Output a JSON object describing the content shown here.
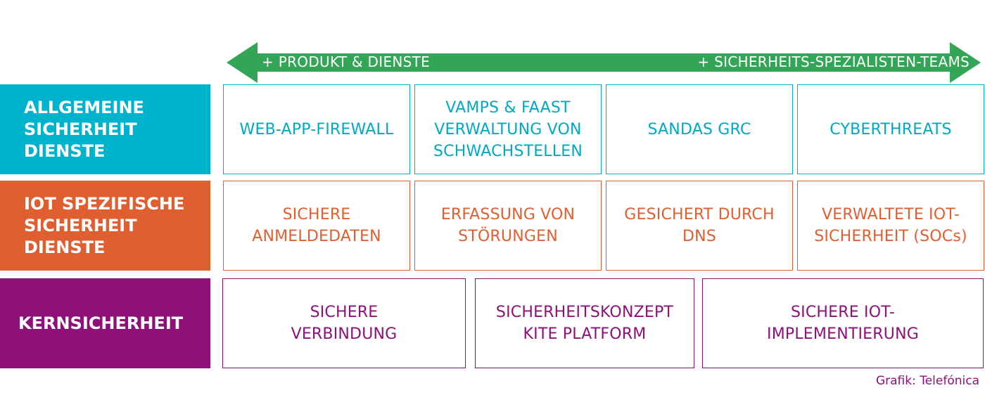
{
  "arrow": {
    "left_label": "+ PRODUKT & DIENSTE",
    "right_label": "+ SICHERHEITS-SPEZIALISTEN-TEAMS",
    "color": "#33a556"
  },
  "rows": [
    {
      "label": "ALLGEMEINE\nSICHERHEIT\nDIENSTE",
      "color": "#00b3cd",
      "cells": [
        "WEB-APP-FIREWALL",
        "VAMPS & FAAST\nVERWALTUNG VON\nSCHWACHSTELLEN",
        "SANDAS GRC",
        "CYBERTHREATS"
      ]
    },
    {
      "label": "IOT SPEZIFISCHE\nSICHERHEIT\nDIENSTE",
      "color": "#e05f31",
      "cells": [
        "SICHERE\nANMELDEDATEN",
        "ERFASSUNG VON\nSTÖRUNGEN",
        "GESICHERT DURCH\nDNS",
        "VERWALTETE IOT-\nSICHERHEIT (SOCs)"
      ]
    },
    {
      "label": "KERNSICHERHEIT",
      "color": "#8e1179",
      "cells": [
        "SICHERE\nVERBINDUNG",
        "SICHERHEITSKONZEPT\nKITE PLATFORM",
        "SICHERE IOT-\nIMPLEMENTIERUNG"
      ]
    }
  ],
  "credit": "Grafik: Telefónica"
}
